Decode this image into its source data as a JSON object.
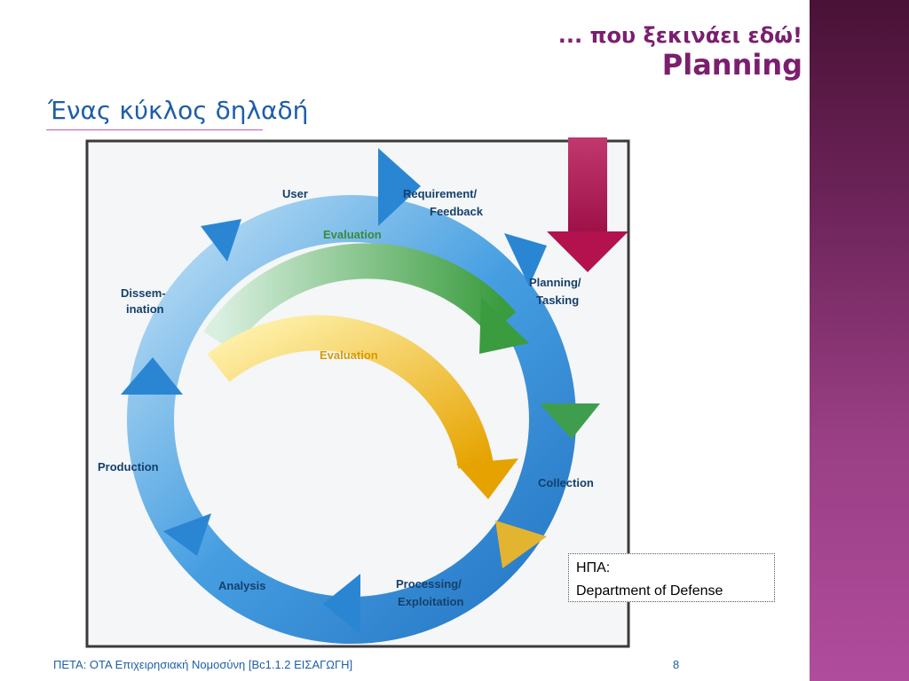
{
  "header": {
    "note_line1": "... που ξεκινάει εδώ!",
    "note_line2": "Planning",
    "title": "Ένας κύκλος δηλαδή"
  },
  "diagram": {
    "stages": {
      "user": "User",
      "requirement_1": "Requirement/",
      "requirement_2": "Feedback",
      "planning_1": "Planning/",
      "planning_2": "Tasking",
      "collection": "Collection",
      "processing_1": "Processing/",
      "processing_2": "Exploitation",
      "analysis": "Analysis",
      "production": "Production",
      "dissem_1": "Dissem-",
      "dissem_2": "ination"
    },
    "evaluation_green": "Evaluation",
    "evaluation_yellow": "Evaluation",
    "colors": {
      "outer_ring": "#2a8fd8",
      "green_arc": "#4aa54a",
      "yellow_arc": "#e6a800",
      "pointer_arrow": "#b01a55"
    }
  },
  "info_box": {
    "line1": "ΗΠΑ:",
    "line2": "Department of Defense"
  },
  "footer": {
    "text": "ΠΕΤΑ: ΟΤΑ Επιχειρησιακή Νομοσύνη [Βc1.1.2 ΕΙΣΑΓΩΓΗ]",
    "page": "8"
  }
}
